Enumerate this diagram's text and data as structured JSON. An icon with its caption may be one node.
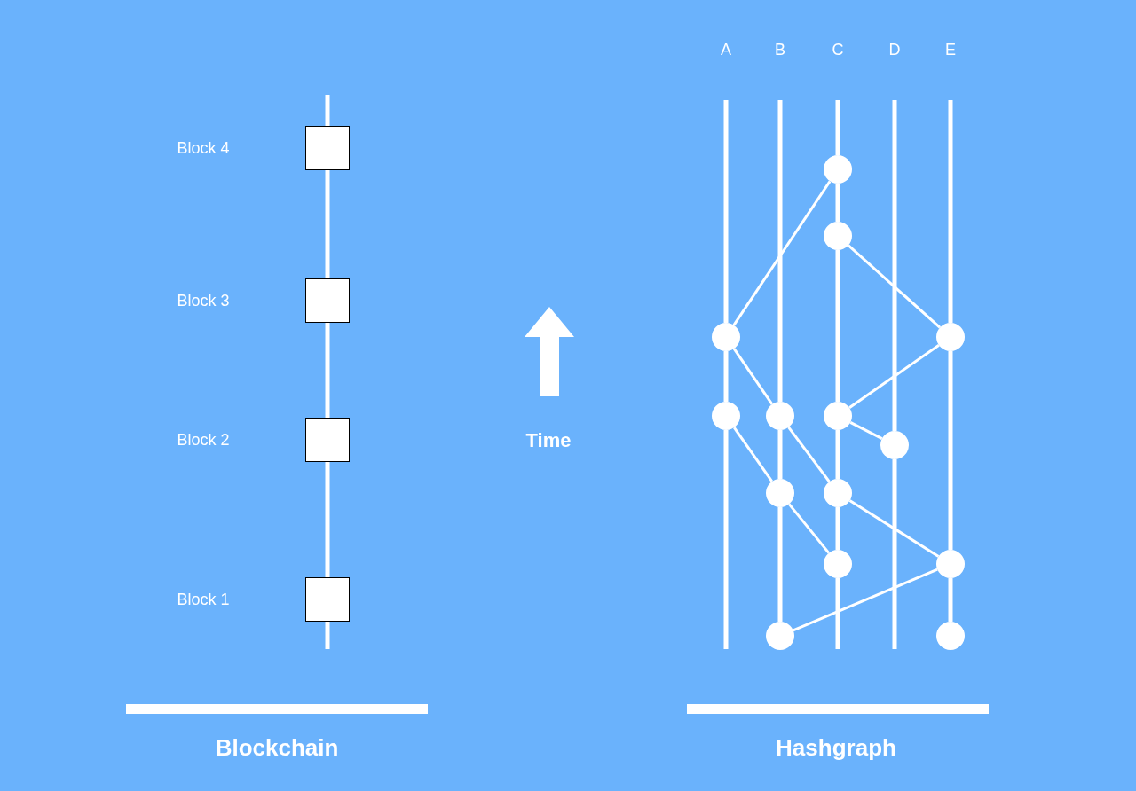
{
  "diagram": {
    "nodes": [
      {
        "text": [],
        "shape": "box"
      },
      {
        "text": [],
        "shape": "box"
      },
      {
        "text": [],
        "shape": "box"
      },
      {
        "text": [],
        "shape": "box"
      },
      {
        "text": [],
        "shape": "circle"
      },
      {
        "text": [],
        "shape": "circle"
      },
      {
        "text": [],
        "shape": "circle"
      },
      {
        "text": [],
        "shape": "circle"
      },
      {
        "text": [],
        "shape": "circle"
      },
      {
        "text": [],
        "shape": "circle"
      },
      {
        "text": [],
        "shape": "circle"
      },
      {
        "text": [],
        "shape": "circle"
      },
      {
        "text": [],
        "shape": "circle"
      },
      {
        "text": [],
        "shape": "circle"
      },
      {
        "text": [],
        "shape": "circle"
      },
      {
        "text": [],
        "shape": "circle"
      },
      {
        "text": [],
        "shape": "circle"
      },
      {
        "text": [],
        "shape": "circle"
      }
    ],
    "edges": [
      {
        "from": null,
        "to": 0,
        "arrow": "none"
      },
      {
        "from": 0,
        "to": 1,
        "arrow": "none"
      },
      {
        "from": 1,
        "to": 2,
        "arrow": "none"
      },
      {
        "from": 2,
        "to": 3,
        "arrow": "none"
      },
      {
        "from": 3,
        "to": null,
        "arrow": "none"
      },
      {
        "from": null,
        "to": 4,
        "arrow": "none"
      },
      {
        "from": 4,
        "to": 5,
        "arrow": "none"
      },
      {
        "from": 5,
        "to": null,
        "arrow": "none"
      },
      {
        "from": null,
        "to": 6,
        "arrow": "none"
      },
      {
        "from": 6,
        "to": 7,
        "arrow": "none"
      },
      {
        "from": 7,
        "to": 8,
        "arrow": "none"
      },
      {
        "from": null,
        "to": 9,
        "arrow": "none"
      },
      {
        "from": 9,
        "to": 10,
        "arrow": "none"
      },
      {
        "from": 10,
        "to": 11,
        "arrow": "none"
      },
      {
        "from": 11,
        "to": 12,
        "arrow": "none"
      },
      {
        "from": 12,
        "to": 13,
        "arrow": "none"
      },
      {
        "from": 13,
        "to": null,
        "arrow": "none"
      },
      {
        "from": null,
        "to": 14,
        "arrow": "none"
      },
      {
        "from": 14,
        "to": null,
        "arrow": "none"
      },
      {
        "from": null,
        "to": 15,
        "arrow": "none"
      },
      {
        "from": 15,
        "to": 16,
        "arrow": "none"
      },
      {
        "from": 16,
        "to": 17,
        "arrow": "none"
      },
      {
        "from": 4,
        "to": 9,
        "arrow": "none"
      },
      {
        "from": 10,
        "to": 15,
        "arrow": "none"
      },
      {
        "from": 4,
        "to": 6,
        "arrow": "none"
      },
      {
        "from": 15,
        "to": 11,
        "arrow": "none"
      },
      {
        "from": 11,
        "to": 14,
        "arrow": "none"
      },
      {
        "from": 6,
        "to": 12,
        "arrow": "none"
      },
      {
        "from": 5,
        "to": 7,
        "arrow": "none"
      },
      {
        "from": 7,
        "to": 13,
        "arrow": "none"
      },
      {
        "from": 12,
        "to": 16,
        "arrow": "none"
      },
      {
        "from": 16,
        "to": 8,
        "arrow": "none"
      }
    ],
    "labels": [
      "A",
      "B",
      "C",
      "D",
      "E",
      "Block 4",
      "Block 3",
      "Block 2",
      "Time",
      "Block 1",
      "Blockchain",
      "Hashgraph"
    ]
  }
}
